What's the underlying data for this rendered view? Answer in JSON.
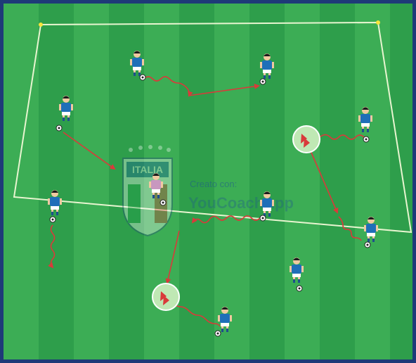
{
  "watermark": {
    "created_with": "Creato con:",
    "brand": "YouCoachApp",
    "crest_text": "ITALIA"
  },
  "colors": {
    "frame": "#1e3a78",
    "grass_dark": "#2e9e4b",
    "grass_light": "#4bbd62",
    "field_line": "#e8f5d0",
    "cone": "#f5e53a",
    "player_shirt": "#1f6fb8",
    "player_shorts": "#ffffff",
    "player_socks": "#1f4f8c",
    "arrow": "#d93a3a",
    "cone_marker_fill": "#bfe8b4",
    "goalkeeper_shirt": "#e6a0c0"
  },
  "icons": {
    "player": "player-icon",
    "ball": "ball-icon",
    "cone": "cone-icon",
    "pass_arrow": "pass-arrow-icon",
    "dribble_arrow": "dribble-arrow-icon",
    "cone_marker": "triangle-cone-marker-icon"
  }
}
